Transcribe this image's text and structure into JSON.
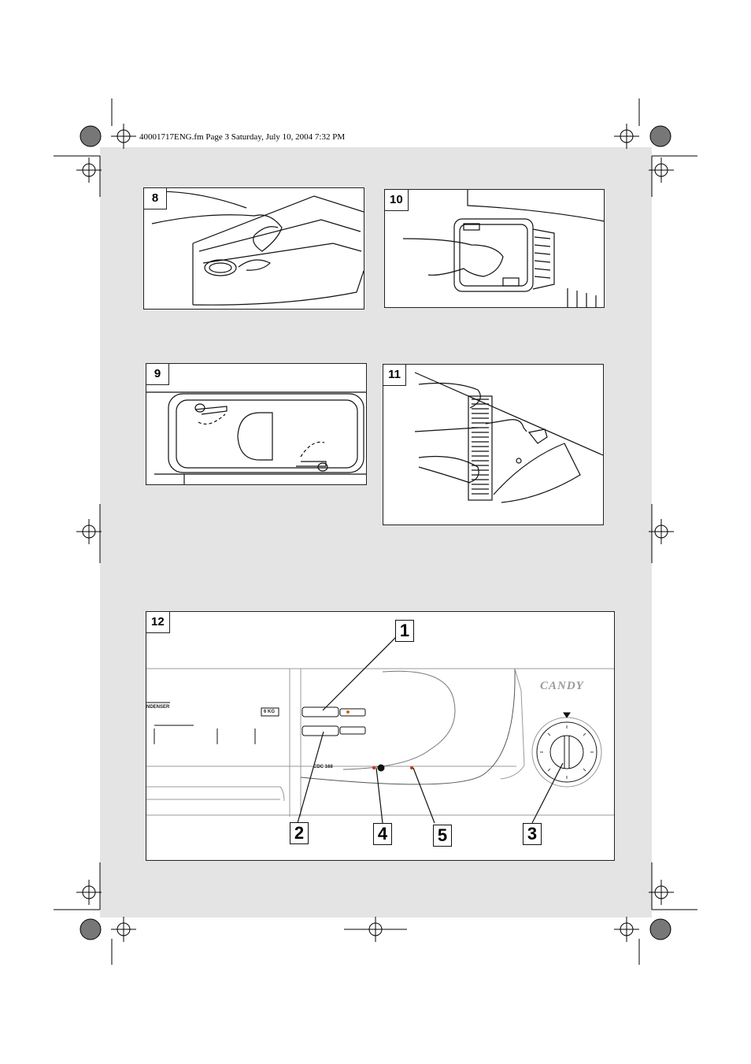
{
  "header": {
    "text": "40001717ENG.fm  Page 3  Saturday, July 10, 2004  7:32 PM"
  },
  "figures": {
    "fig8": {
      "number": "8"
    },
    "fig9": {
      "number": "9"
    },
    "fig10": {
      "number": "10"
    },
    "fig11": {
      "number": "11"
    },
    "fig12": {
      "number": "12",
      "brand": "CANDY",
      "model_label": "NDENSER",
      "capacity_badge": "6 KG",
      "model_code": "CDC 168",
      "callouts": [
        "1",
        "2",
        "3",
        "4",
        "5"
      ]
    }
  },
  "colors": {
    "page_gray": "#e4e4e4",
    "ink": "#111111"
  }
}
